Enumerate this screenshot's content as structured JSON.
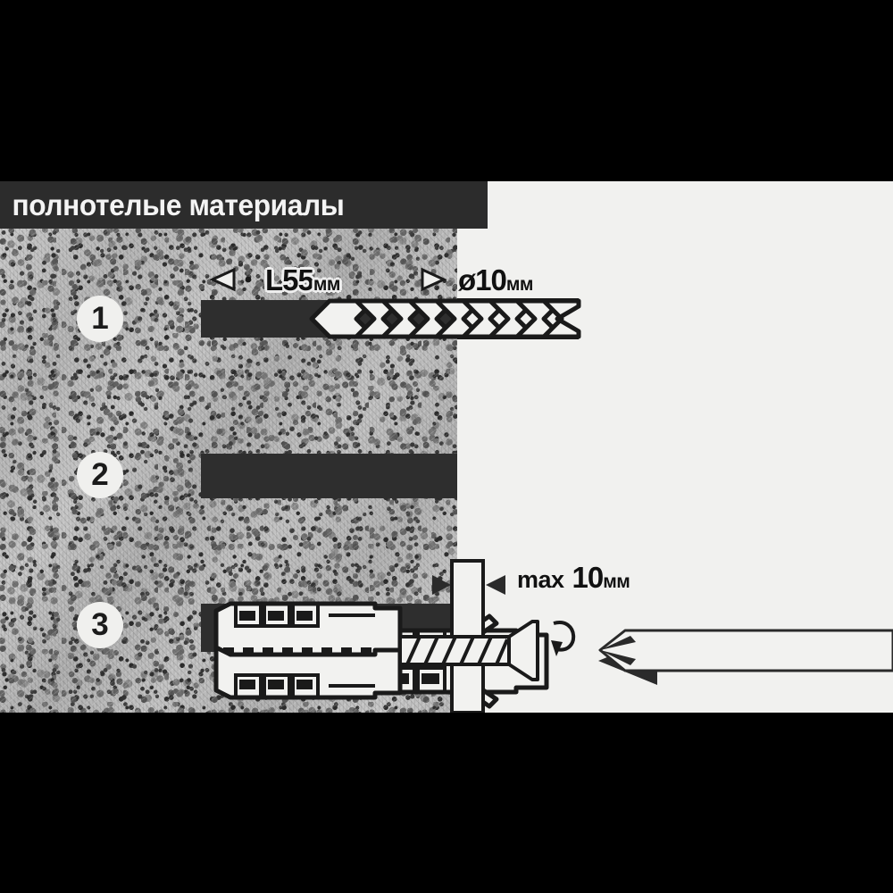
{
  "banner": {
    "title": "полнотелые материалы"
  },
  "colors": {
    "letterbox": "#000000",
    "plate_background": "#f1f1ef",
    "banner_background": "#2c2c2c",
    "banner_text": "#f4f4f4",
    "wall_base": "#b9b9b9",
    "hole_fill": "#2e2e2e",
    "ink": "#111111"
  },
  "steps": [
    {
      "number": "1",
      "name": "drill-hole"
    },
    {
      "number": "2",
      "name": "insert-plug"
    },
    {
      "number": "3",
      "name": "drive-screw"
    }
  ],
  "labels": {
    "length": {
      "value": "L55",
      "unit": "мм"
    },
    "diameter": {
      "value": "ø10",
      "unit": "мм"
    },
    "max_thickness": {
      "prefix": "max",
      "value": "10",
      "unit": "мм"
    }
  },
  "icons": {
    "arrow_left": "arrow-left-icon",
    "arrow_right": "arrow-right-icon",
    "arrow_insert": "insert-direction-arrow-icon",
    "rotation": "rotation-arrow-icon"
  },
  "parts": {
    "drill_bit": "drill-bit",
    "wall_plug": "wall-plug-dowel",
    "screw": "screw",
    "mounted_panel": "mounted-panel",
    "screwdriver": "screwdriver-tip"
  }
}
